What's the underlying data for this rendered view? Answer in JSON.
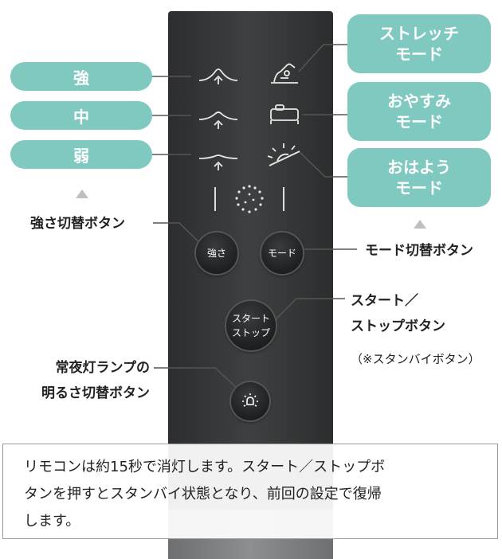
{
  "intensity_labels": {
    "strong": "強",
    "medium": "中",
    "weak": "弱"
  },
  "mode_labels": {
    "stretch": [
      "ストレッチ",
      "モード"
    ],
    "sleep": [
      "おやすみ",
      "モード"
    ],
    "morning": [
      "おはよう",
      "モード"
    ]
  },
  "callouts": {
    "intensity_switch": "強さ切替ボタン",
    "mode_switch": "モード切替ボタン",
    "start_stop_line1": "スタート／",
    "start_stop_line2": "ストップボタン",
    "standby_note": "（※スタンバイボタン）",
    "nightlight_line1": "常夜灯ランプの",
    "nightlight_line2": "明るさ切替ボタン"
  },
  "buttons": {
    "intensity": "強さ",
    "mode": "モード",
    "start_stop_line1": "スタート",
    "start_stop_line2": "ストップ"
  },
  "info_text": {
    "line1": "リモコンは約15秒で消灯します。スタート／ストップボ",
    "line2": "タンを押すとスタンバイ状態となり、前回の設定で復帰",
    "line3": "します。"
  },
  "colors": {
    "teal": "#7fc9c1",
    "remote": "#333536"
  },
  "icons": [
    "strong-wave-icon",
    "medium-wave-icon",
    "weak-wave-icon",
    "stretch-icon",
    "bed-icon",
    "sunrise-icon",
    "dots-indicator-icon",
    "lamp-icon"
  ]
}
